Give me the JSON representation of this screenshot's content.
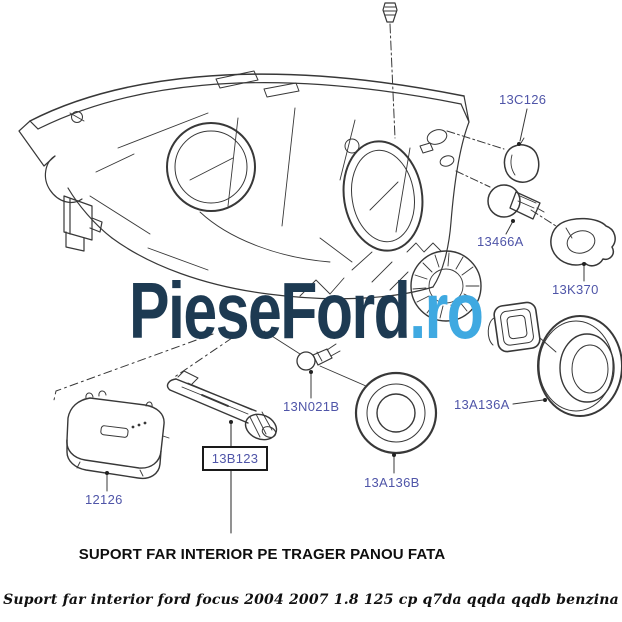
{
  "watermark": {
    "brand": "PieseFord",
    "tld": ".ro",
    "brand_color": "#1d3a52",
    "tld_color": "#3fa9e1"
  },
  "diagram": {
    "line_color": "#383838",
    "label_color": "#4f55a8",
    "labels": [
      {
        "text": "13C126"
      },
      {
        "text": "13466A"
      },
      {
        "text": "13K370"
      },
      {
        "text": "13N021B"
      },
      {
        "text": "13A136A"
      },
      {
        "text": "13A136B"
      },
      {
        "text": "13B123",
        "boxed": true
      },
      {
        "text": "12126"
      }
    ],
    "caption": "SUPORT FAR INTERIOR PE TRAGER PANOU FATA",
    "subtitle": "Suport far interior ford focus 2004 2007 1.8 125 cp q7da qqda qqdb benzina"
  }
}
